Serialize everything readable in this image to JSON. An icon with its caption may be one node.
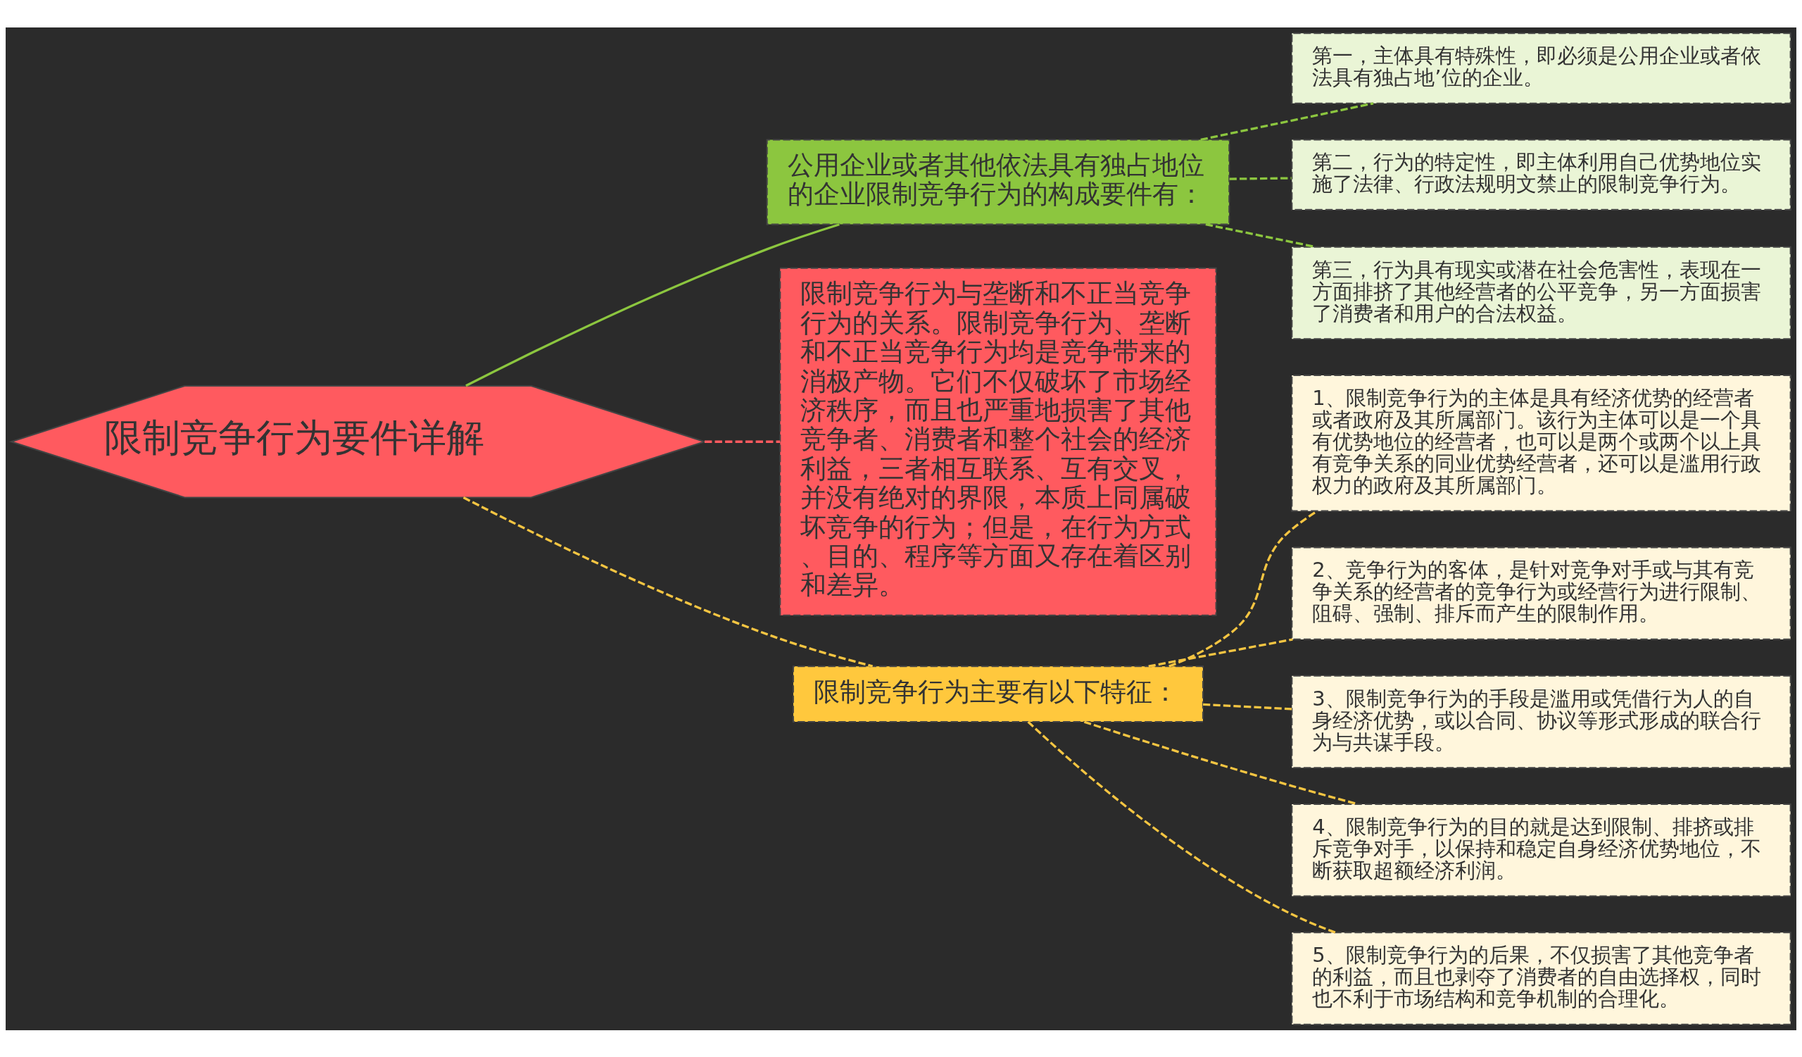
{
  "diagram": {
    "nodes": [
      {
        "text": [
          "限制竞争行为要件详解"
        ]
      },
      {
        "text": [
          "公用企业或者其他依法具有独占地位的企业限制竞争行为的构成要件有："
        ]
      },
      {
        "text": [
          "第一，主体具有特殊性，即必须是公用企业或者依法具有独占地’位的企业。"
        ]
      },
      {
        "text": [
          "第二，行为的特定性，即主体利用自己优势地位实施了法律、行政法规明文禁止的限制竞争行为。"
        ]
      },
      {
        "text": [
          "第三，行为具有现实或潜在社会危害性，表现在一方面排挤了其他经营者的公平竞争，另一方面损害了消费者和用户的合法权益。"
        ]
      },
      {
        "text": [
          "限制竞争行为与垄断和不正当竞争行为的关系。限制竞争行为、垄断和不正当竞争行为均是竞争带来的消极产物。它们不仅破坏了市场经济秩序，而且也严重地损害了其他竞争者、消费者和整个社会的经济利益，三者相互联系、互有交叉，并没有绝对的界限，本质上同属破坏竞争的行为；但是，在行为方式、目的、程序等方面又存在着区别和差异。"
        ]
      },
      {
        "text": [
          "限制竞争行为主要有以下特征："
        ]
      },
      {
        "text": [
          "1、限制竞争行为的主体是具有经济优势的经营者或者政府及其所属部门。该行为主体可以是一个具有优势地位的经营者，也可以是两个或两个以上具有竞争关系的同业优势经营者，还可以是滥用行政权力的政府及其所属部门。"
        ]
      },
      {
        "text": [
          "2、竞争行为的客体，是针对竞争对手或与其有竞争关系的经营者的竞争行为或经营行为进行限制、阻碍、强制、排斥而产生的限制作用。"
        ]
      },
      {
        "text": [
          "3、限制竞争行为的手段是滥用或凭借行为人的自身经济优势，或以合同、协议等形式形成的联合行为与共谋手段。"
        ]
      },
      {
        "text": [
          "4、限制竞争行为的目的就是达到限制、排挤或排斥竞争对手，以保持和稳定自身经济优势地位，不断获取超额经济利润。"
        ]
      },
      {
        "text": [
          "5、限制竞争行为的后果，不仅损害了其他竞争者的利益，而且也剥夺了消费者的自由选择权，同时也不利于市场结构和竞争机制的合理化。"
        ]
      }
    ],
    "edges": [
      {
        "from": 0,
        "to": 1,
        "arrow": "none",
        "color": "#8cc63f"
      },
      {
        "from": 1,
        "to": 2,
        "arrow": "none",
        "style": "dashed",
        "color": "#8cc63f"
      },
      {
        "from": 1,
        "to": 3,
        "arrow": "none",
        "style": "dashed",
        "color": "#8cc63f"
      },
      {
        "from": 1,
        "to": 4,
        "arrow": "none",
        "style": "dashed",
        "color": "#8cc63f"
      },
      {
        "from": 0,
        "to": 5,
        "arrow": "none",
        "style": "dashed",
        "color": "#ff5a5f"
      },
      {
        "from": 0,
        "to": 6,
        "arrow": "none",
        "style": "dashed"
      },
      {
        "from": 6,
        "to": 7,
        "arrow": "none",
        "style": "dashed"
      },
      {
        "from": 6,
        "to": 8,
        "arrow": "none",
        "style": "dashed"
      },
      {
        "from": 6,
        "to": 9,
        "arrow": "none",
        "style": "dashed"
      },
      {
        "from": 6,
        "to": 10,
        "arrow": "none",
        "style": "dashed"
      },
      {
        "from": 6,
        "to": 11,
        "arrow": "none",
        "style": "dashed"
      }
    ]
  }
}
